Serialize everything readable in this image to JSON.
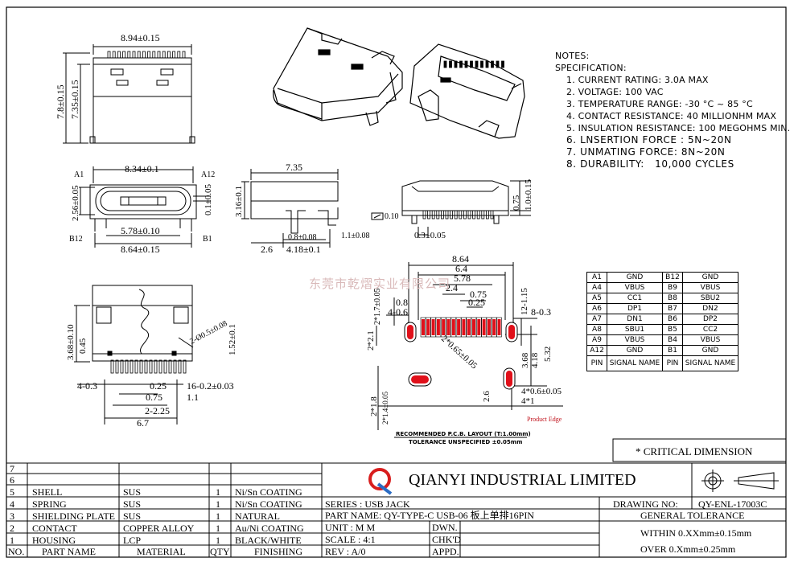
{
  "notes": {
    "title": "NOTES:",
    "subtitle": "SPECIFICATION:",
    "items": [
      "1. CURRENT RATING: 3.0A MAX",
      "2. VOLTAGE: 100 VAC",
      "3. TEMPERATURE RANGE: -30 °C ~ 85 °C",
      "4. CONTACT RESISTANCE: 40 MILLIONHM MAX",
      "5. INSULATION RESISTANCE: 100 MEGOHMS MIN.",
      "6. LNSERTION FORCE : 5N~20N",
      "7. UNMATING FORCE: 8N~20N",
      "8. DURABILITY:   10,000 CYCLES"
    ]
  },
  "pin_table": {
    "rows": [
      [
        "A1",
        "GND",
        "B12",
        "GND"
      ],
      [
        "A4",
        "VBUS",
        "B9",
        "VBUS"
      ],
      [
        "A5",
        "CC1",
        "B8",
        "SBU2"
      ],
      [
        "A6",
        "DP1",
        "B7",
        "DN2"
      ],
      [
        "A7",
        "DN1",
        "B6",
        "DP2"
      ],
      [
        "A8",
        "SBU1",
        "B5",
        "CC2"
      ],
      [
        "A9",
        "VBUS",
        "B4",
        "VBUS"
      ],
      [
        "A12",
        "GND",
        "B1",
        "GND"
      ]
    ],
    "header": [
      "PIN",
      "SIGNAL NAME",
      "PIN",
      "SIGNAL NAME"
    ]
  },
  "dims": {
    "top_width": "8.94±0.15",
    "h78": "7.8±0.15",
    "h735": "7.35±0.15",
    "front_width": "8.34±0.1",
    "a1": "A1",
    "a12": "A12",
    "b12": "B12",
    "b1": "B1",
    "h256": "2.56±0.05",
    "d01": "0.1±0.05",
    "w578": "5.78±0.10",
    "w864": "8.64±0.15",
    "side_len": "7.35",
    "h316": "3.16±0.1",
    "d08": "0.8±0.08",
    "d11": "1.1±0.08",
    "d26": "2.6",
    "d418": "4.18±0.1",
    "flat": "0.10",
    "d075": "0.75",
    "d10": "1.0±0.15",
    "d03": "0.3±0.05",
    "pcb_864": "8.64",
    "pcb_64": "6.4",
    "pcb_578": "5.78",
    "pcb_24": "2.4",
    "pcb_075": "0.75",
    "pcb_025": "0.25",
    "pcb_08": "0.8",
    "pcb_4_06": "4-0.6",
    "pcb_2_17": "2*1.7±0.05",
    "pcb_12_115": "12-1.15",
    "pcb_8_03": "8-0.3",
    "pcb_2_21": "2*2.1",
    "pcb_065": "2*0.65±0.05",
    "pcb_368": "3.68",
    "pcb_418": "4.18",
    "pcb_532": "5.32",
    "pcb_26": "2.6",
    "pcb_4_06b": "4*0.6±0.05",
    "pcb_4_1": "4*1",
    "pcb_2_18": "2*1.8",
    "pcb_2_14": "2*1.4±0.05",
    "product_edge": "Product Edge",
    "bot_368": "3.68±0.10",
    "bot_045": "0.45",
    "bot_2_05": "2-Ø0.5±0.08",
    "bot_152": "1.52±0.1",
    "bot_4_03": "4-0.3",
    "bot_025": "0.25",
    "bot_16_02": "16-0.2±0.03",
    "bot_075": "0.75",
    "bot_11": "1.1",
    "bot_2_225": "2-2.25",
    "bot_67": "6.7"
  },
  "pcb_layout": {
    "caption": "RECOMMENDED  P.C.B. LAYOUT (T:1.00mm)",
    "tolerance": "TOLERANCE UNSPECIFIED ±0.05mm"
  },
  "watermark": "东莞市乾熠实业有限公司",
  "critical": "* CRITICAL  DIMENSION",
  "title_block": {
    "company": "QIANYI  INDUSTRIAL  LIMITED",
    "series": "SERIES : USB JACK",
    "part_name": "PART NAME: QY-TYPE-C USB-06  板上单排16PIN",
    "unit": "UNIT  :  M M",
    "scale": "SCALE : 4:1",
    "rev": "REV   : A/0",
    "dwn": "DWN.",
    "chkd": "CHK'D",
    "appd": "APPD.",
    "drawing_no_label": "DRAWING NO:",
    "drawing_no": "QY-ENL-17003C",
    "general_tolerance": "GENERAL TOLERANCE",
    "within": "WITHIN 0.XXmm±0.15mm",
    "over": "OVER  0.Xmm±0.25mm"
  },
  "bom": {
    "header": [
      "NO.",
      "PART NAME",
      "MATERIAL",
      "QTY",
      "FINISHING"
    ],
    "rows": [
      [
        "7",
        "",
        "",
        "",
        ""
      ],
      [
        "6",
        "",
        "",
        "",
        ""
      ],
      [
        "5",
        "SHELL",
        "SUS",
        "1",
        "Ni/Sn COATING"
      ],
      [
        "4",
        "SPRING",
        "SUS",
        "1",
        "Ni/Sn COATING"
      ],
      [
        "3",
        "SHIELDING PLATE",
        "SUS",
        "1",
        "NATURAL"
      ],
      [
        "2",
        "CONTACT",
        "COPPER ALLOY",
        "1",
        "Au/Ni COATING"
      ],
      [
        "1",
        "HOUSING",
        "LCP",
        "1",
        "BLACK/WHITE"
      ]
    ]
  },
  "colors": {
    "pad": "#e0101a",
    "logo_red": "#d81e1e",
    "logo_blue": "#2b6cc4"
  }
}
